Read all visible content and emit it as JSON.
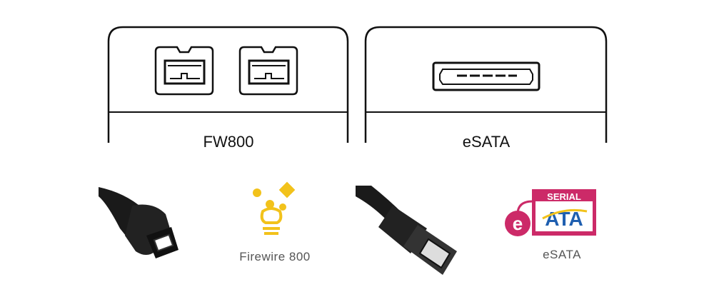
{
  "ports": {
    "left_label": "FW800",
    "right_label": "eSATA"
  },
  "logos": {
    "firewire_caption": "Firewire 800",
    "esata_caption": "eSATA",
    "sata_logo_top": "SERIAL",
    "sata_logo_main": "ATA",
    "sata_logo_e": "e"
  },
  "colors": {
    "outline": "#111111",
    "firewire_yellow": "#f2c21b",
    "sata_magenta": "#cc2a68",
    "sata_blue": "#1f5fb0"
  }
}
